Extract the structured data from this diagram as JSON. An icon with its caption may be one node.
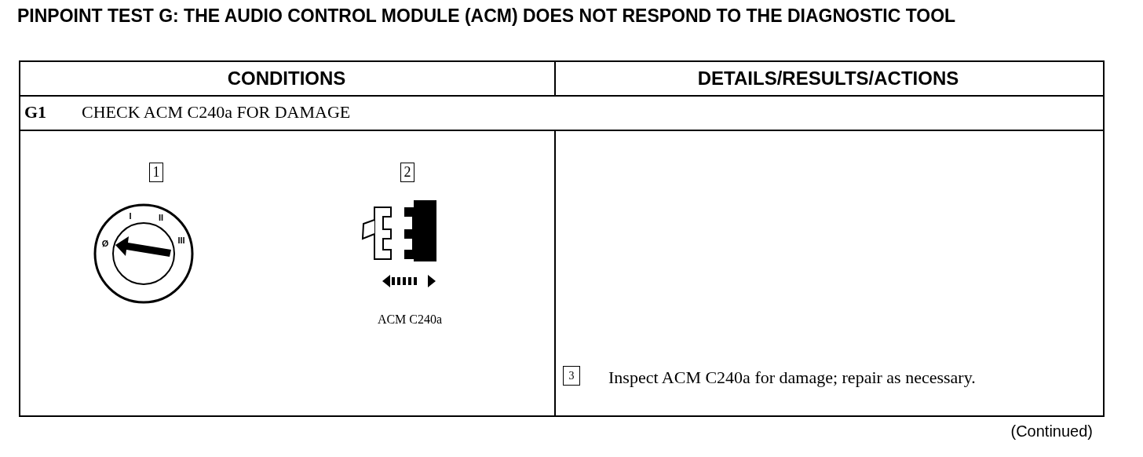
{
  "diagram": {
    "title": "PINPOINT TEST G: THE AUDIO CONTROL MODULE (ACM) DOES NOT RESPOND TO THE DIAGNOSTIC TOOL",
    "labels": [
      "CONDITIONS",
      "DETAILS/RESULTS/ACTIONS",
      "G1",
      "CHECK ACM C240a FOR DAMAGE",
      "1",
      "Ø",
      "I",
      "II",
      "III",
      "2",
      "ACM C240a",
      "3",
      "Inspect ACM C240a for damage; repair as necessary.",
      "(Continued)"
    ]
  }
}
